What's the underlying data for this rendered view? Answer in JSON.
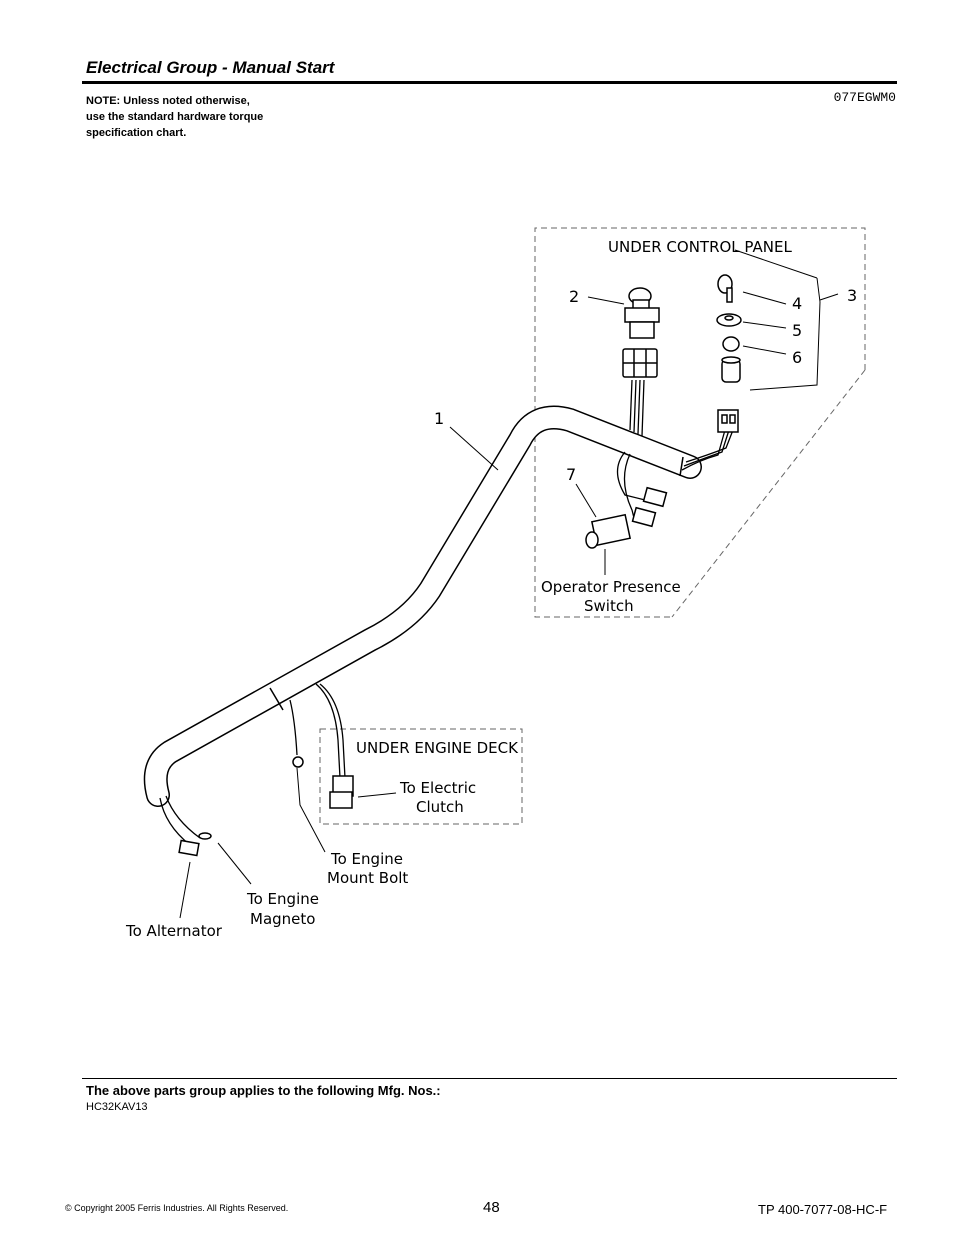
{
  "header": {
    "title": "Electrical Group - Manual Start",
    "note_lines": [
      "NOTE: Unless noted otherwise,",
      "use the standard hardware torque",
      "specification chart."
    ],
    "drawing_code": "077EGWM0"
  },
  "diagram": {
    "boxes": {
      "control_panel": "UNDER CONTROL PANEL",
      "engine_deck": "UNDER ENGINE DECK"
    },
    "callouts": [
      "1",
      "2",
      "3",
      "4",
      "5",
      "6",
      "7"
    ],
    "labels": {
      "operator_switch_line1": "Operator Presence",
      "operator_switch_line2": "Switch",
      "electric_clutch_line1": "To Electric",
      "electric_clutch_line2": "Clutch",
      "mount_bolt_line1": "To Engine",
      "mount_bolt_line2": "Mount Bolt",
      "magneto_line1": "To Engine",
      "magneto_line2": "Magneto",
      "alternator": "To Alternator"
    }
  },
  "footer": {
    "mfg_heading": "The above parts group applies to the following Mfg. Nos.:",
    "mfg_number": "HC32KAV13",
    "copyright": "© Copyright  2005 Ferris Industries. All Rights Reserved.",
    "page_number": "48",
    "doc_number": "TP 400-7077-08-HC-F"
  }
}
